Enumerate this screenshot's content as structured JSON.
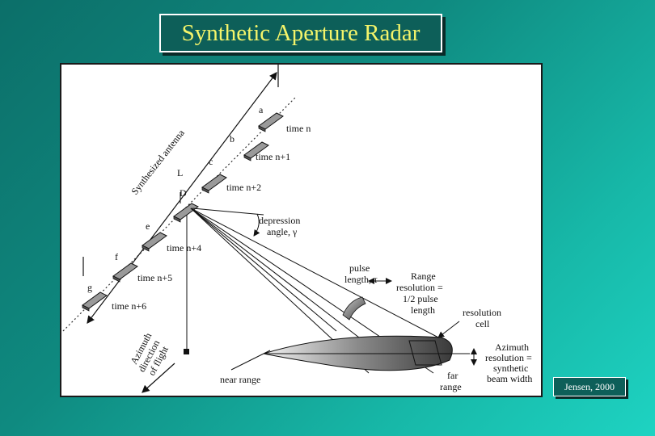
{
  "slide": {
    "title": "Synthetic Aperture Radar",
    "credit": "Jensen, 2000",
    "colors": {
      "title_text": "#f4f46a",
      "title_box": "#0d5f59",
      "background": "#0f8a80"
    }
  },
  "diagram": {
    "synthesized_antenna": "Synthesized antenna",
    "L_label": "L",
    "D_label": "D",
    "positions": [
      "a",
      "b",
      "c",
      "e",
      "f",
      "g"
    ],
    "times": [
      "time n",
      "time n+1",
      "time n+2",
      "time n+4",
      "time n+5",
      "time n+6"
    ],
    "depression": [
      "depression",
      "angle, γ"
    ],
    "pulse": [
      "pulse",
      "length, τ"
    ],
    "range_resolution": [
      "Range",
      "resolution =",
      "1/2 pulse",
      "length"
    ],
    "resolution_cell": [
      "resolution",
      "cell"
    ],
    "azimuth_resolution": [
      "Azimuth",
      "resolution =",
      "synthetic",
      "beam width"
    ],
    "near_range": "near range",
    "far_range": [
      "far",
      "range"
    ],
    "azimuth_direction": [
      "Azimuth",
      "direction",
      "of flight"
    ]
  }
}
